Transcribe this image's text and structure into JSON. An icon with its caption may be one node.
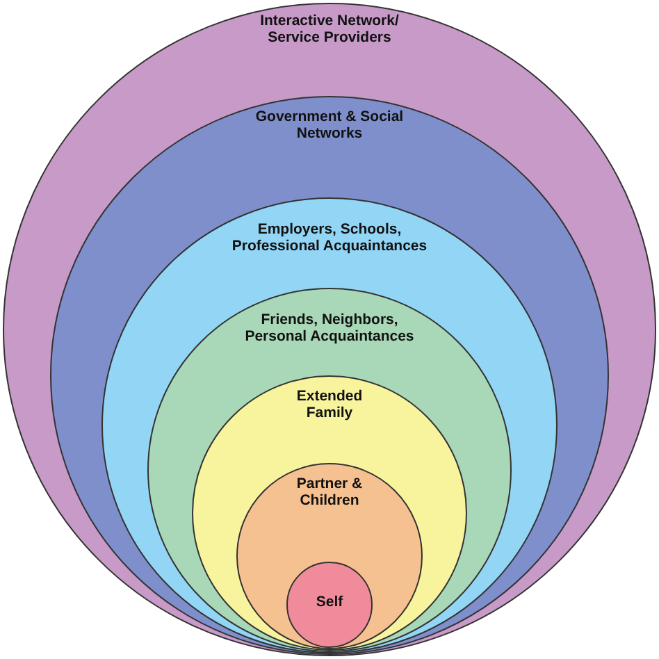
{
  "diagram": {
    "nodes": [
      {
        "text": [
          "Interactive Network/ Service Providers"
        ]
      },
      {
        "text": [
          "Government & Social Networks"
        ],
        "in": 0
      },
      {
        "text": [
          "Employers, Schools, Professional Acquaintances"
        ],
        "in": 1
      },
      {
        "text": [
          "Friends, Neighbors, Personal Acquaintances"
        ],
        "in": 2
      },
      {
        "text": [
          "Extended Family"
        ],
        "in": 3
      },
      {
        "text": [
          "Partner & Children"
        ],
        "in": 4
      },
      {
        "text": [
          "Self"
        ],
        "in": 5
      }
    ]
  }
}
